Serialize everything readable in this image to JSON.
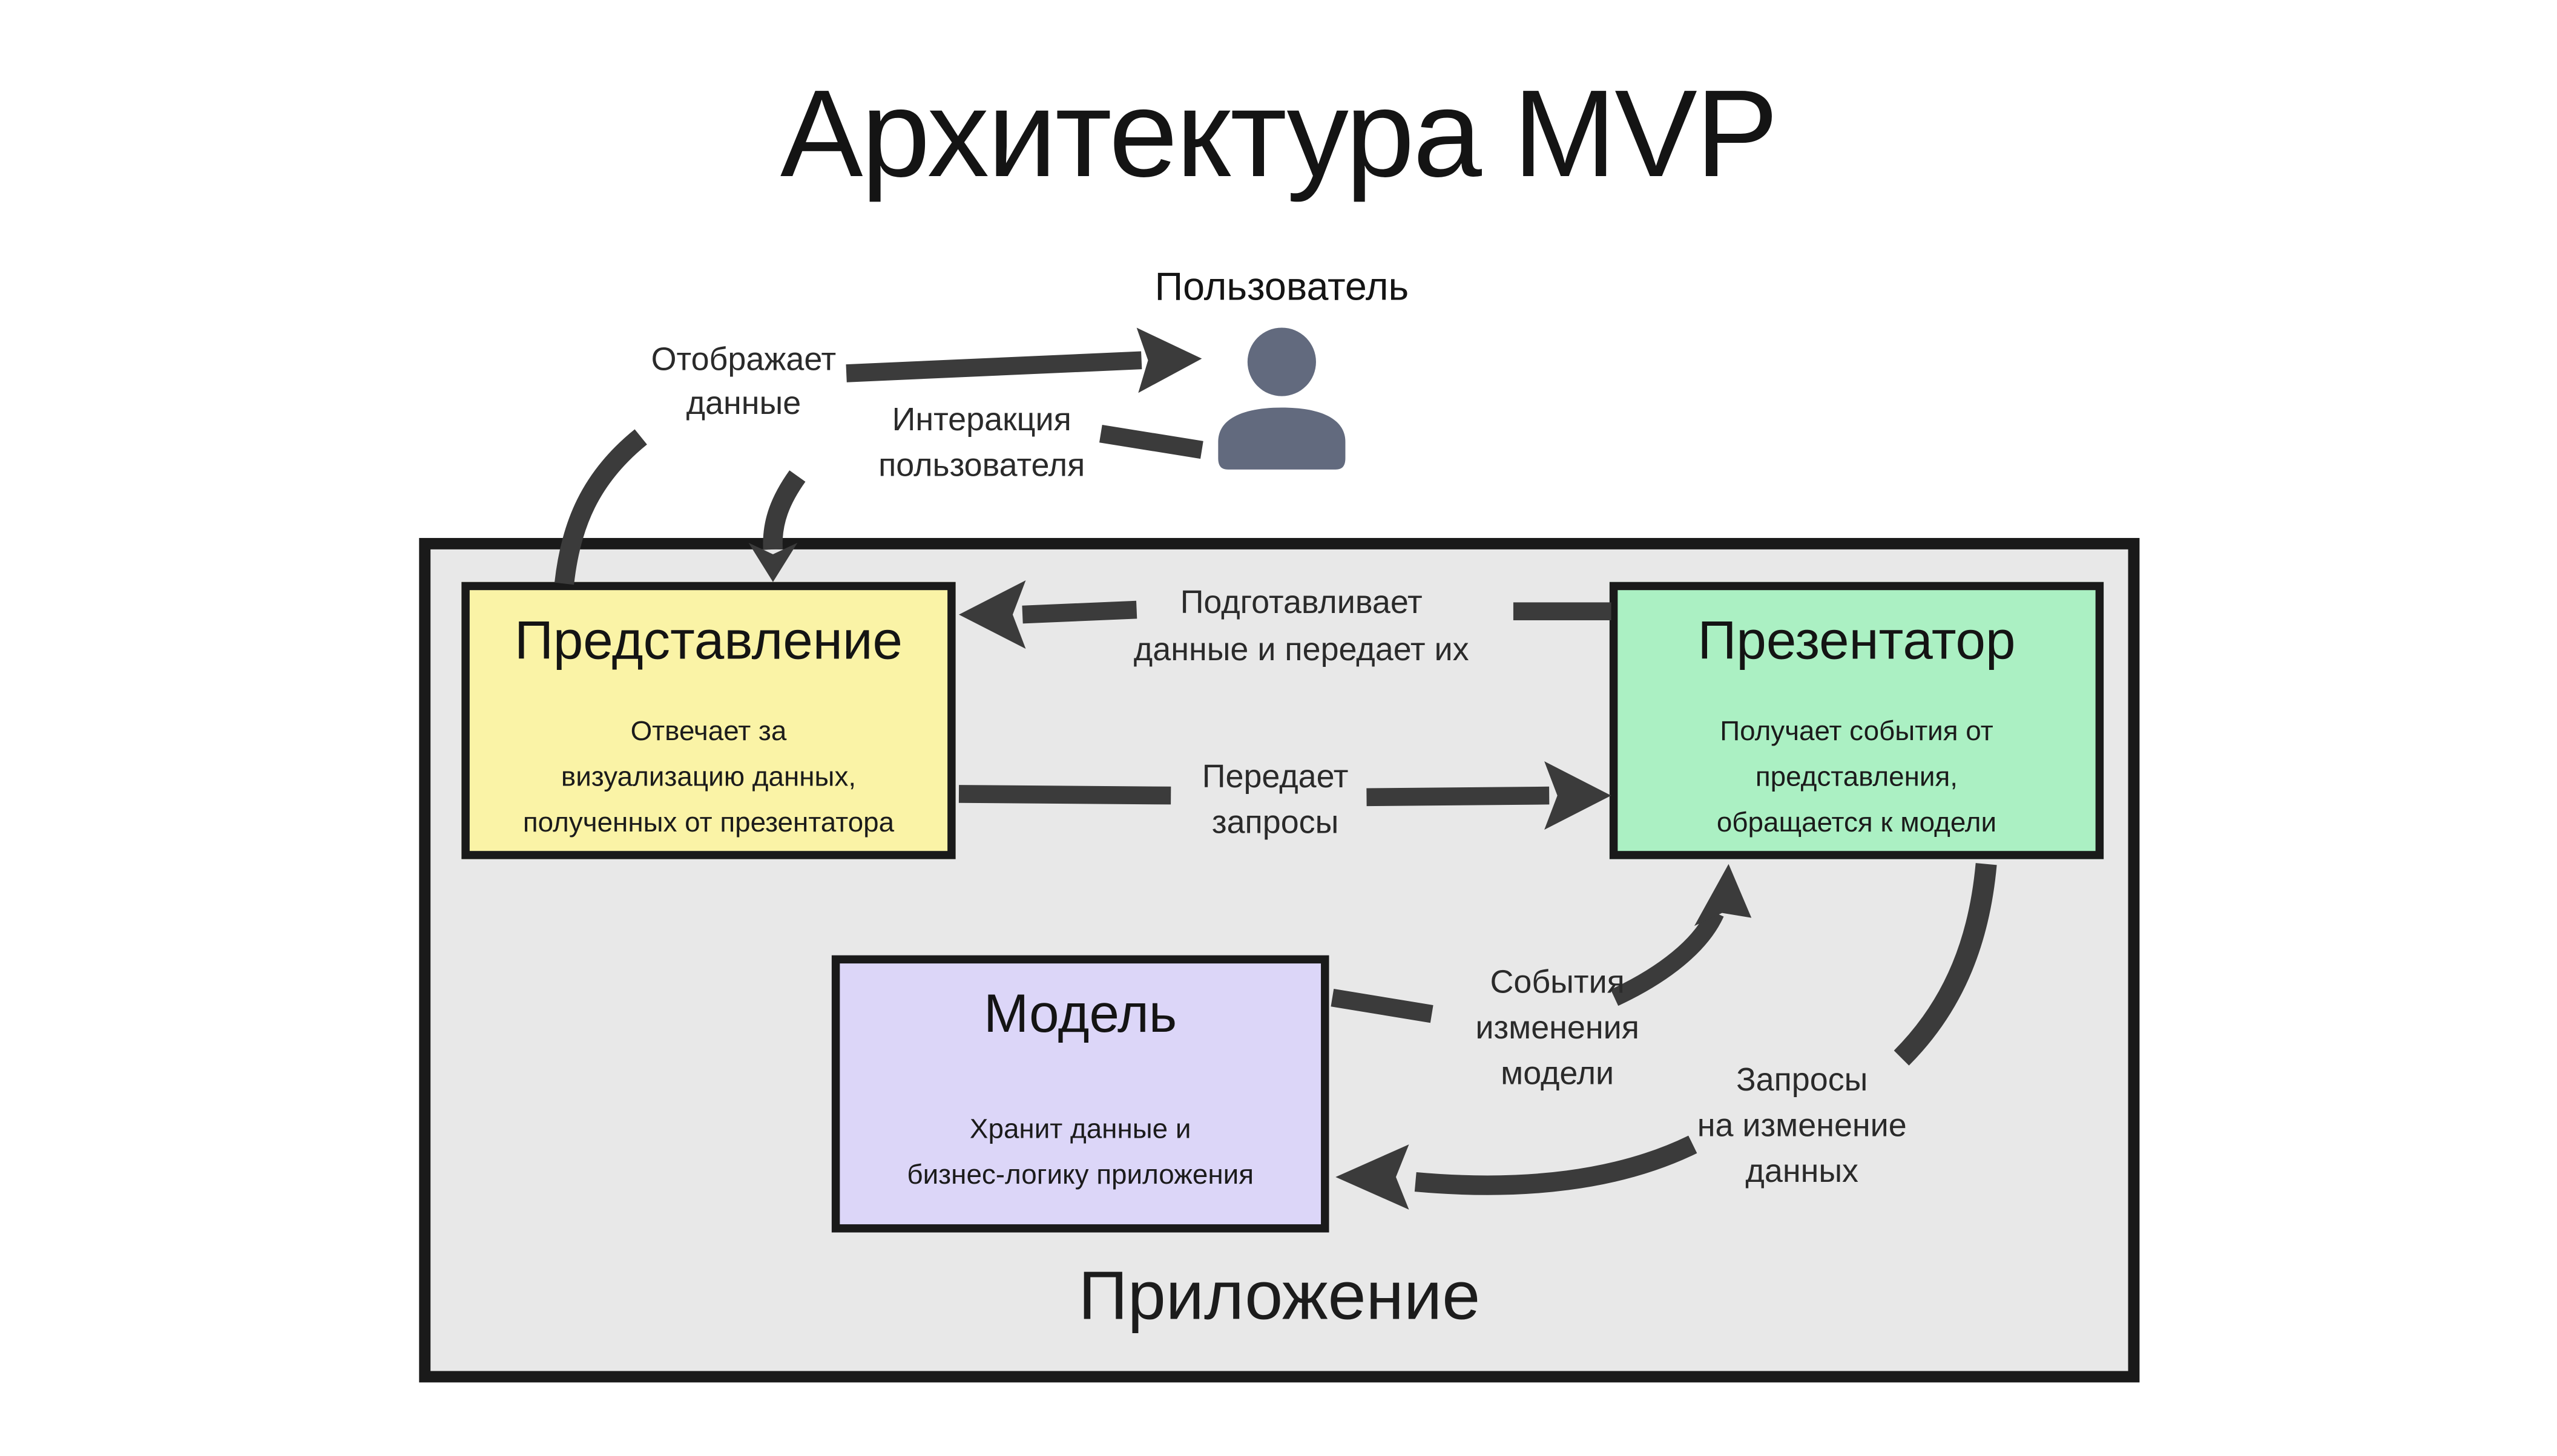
{
  "title": "Архитектура MVP",
  "colors": {
    "page_bg": "#ffffff",
    "container_bg": "#e8e8e8",
    "border": "#1a1a1a",
    "arrow": "#3b3b3b",
    "view_fill": "#faf3a6",
    "presenter_fill": "#abf0c3",
    "model_fill": "#dcd6f8",
    "user_icon": "#626a7e"
  },
  "user": {
    "label": "Пользователь"
  },
  "application": {
    "label": "Приложение"
  },
  "boxes": {
    "view": {
      "title": "Представление",
      "description_lines": [
        "Отвечает за",
        "визуализацию данных,",
        "полученных от презентатора"
      ]
    },
    "presenter": {
      "title": "Презентатор",
      "description_lines": [
        "Получает события от",
        "представления,",
        "обращается к модели"
      ]
    },
    "model": {
      "title": "Модель",
      "description_lines": [
        "Хранит данные и",
        "бизнес-логику приложения"
      ]
    }
  },
  "arrows": [
    {
      "id": "view-to-user",
      "from": "Представление",
      "to": "Пользователь",
      "label_lines": [
        "Отображает",
        "данные"
      ]
    },
    {
      "id": "user-to-view",
      "from": "Пользователь",
      "to": "Представление",
      "label_lines": [
        "Интеракция",
        "пользователя"
      ]
    },
    {
      "id": "presenter-to-view",
      "from": "Презентатор",
      "to": "Представление",
      "label_lines": [
        "Подготавливает",
        "данные и передает их"
      ]
    },
    {
      "id": "view-to-presenter",
      "from": "Представление",
      "to": "Презентатор",
      "label_lines": [
        "Передает",
        "запросы"
      ]
    },
    {
      "id": "model-to-presenter",
      "from": "Модель",
      "to": "Презентатор",
      "label_lines": [
        "События",
        "изменения",
        "модели"
      ]
    },
    {
      "id": "presenter-to-model",
      "from": "Презентатор",
      "to": "Модель",
      "label_lines": [
        "Запросы",
        "на изменение",
        "данных"
      ]
    }
  ]
}
